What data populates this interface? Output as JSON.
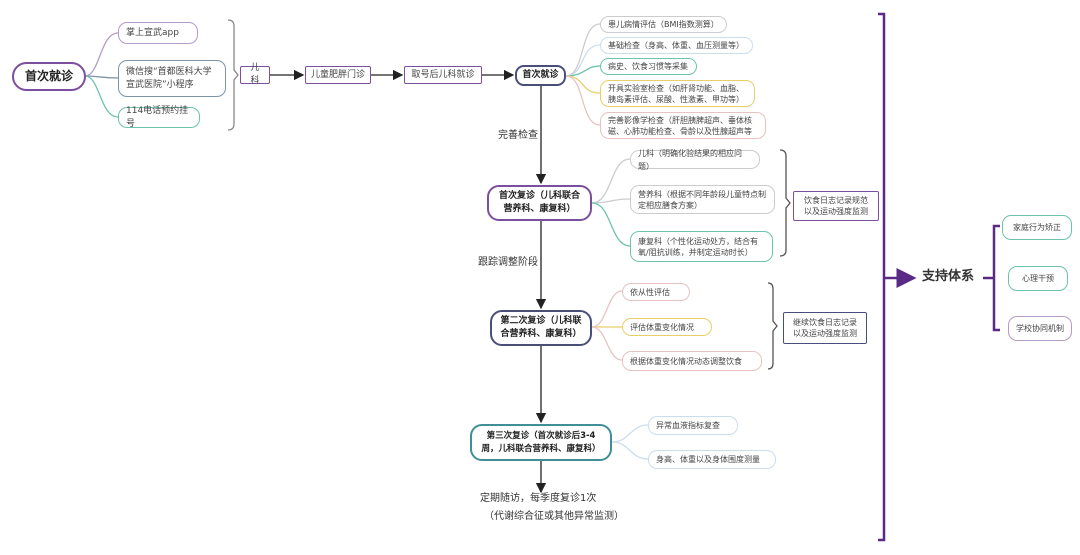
{
  "root": "首次就诊",
  "channels": [
    "掌上宣武app",
    "微信搜“首都医科大学宣武医院”小程序",
    "114电话预约挂号"
  ],
  "flow": [
    "儿科",
    "儿童肥胖门诊",
    "取号后儿科就诊",
    "首次就诊"
  ],
  "first_visit_items": [
    "患儿病情评估（BMI指数测算）",
    "基础检查（身高、体重、血压测量等）",
    "病史、饮食习惯等采集",
    "开具实验室检查（如肝肾功能、血脂、胰岛素评估、尿酸、性激素、甲功等）",
    "完善影像学检查（肝胆胰脾超声、垂体核磁、心肺功能检查、骨龄以及性腺超声等"
  ],
  "label_complete": "完善检查",
  "followup1": {
    "title": "首次复诊（儿科联合营养科、康复科）",
    "items": [
      "儿科（明确化验结果的相应问题）",
      "营养科（根据不同年龄段儿童特点制定相应膳食方案）",
      "康复科（个性化运动处方，结合有氧/阻抗训练，并制定运动时长）"
    ],
    "summary": "饮食日志记录规范以及运动强度监测"
  },
  "label_track": "跟踪调整阶段",
  "followup2": {
    "title": "第二次复诊（儿科联合营养科、康复科）",
    "items": [
      "依从性评估",
      "评估体重变化情况",
      "根据体重变化情况动态调整饮食"
    ],
    "summary": "继续饮食日志记录以及运动强度监测"
  },
  "followup3": {
    "title": "第三次复诊（首次就诊后3-4周，儿科联合营养科、康复科）",
    "items": [
      "异常血液指标复查",
      "身高、体重以及身体围度测量"
    ]
  },
  "final": {
    "line1": "定期随访，每季度复诊1次",
    "line2": "（代谢综合征或其他异常监测）"
  },
  "support": {
    "title": "支持体系",
    "items": [
      "家庭行为矫正",
      "心理干预",
      "学校协同机制"
    ]
  },
  "colors": {
    "purple": "#7b4f9e",
    "navy": "#4a4f7a",
    "teal": "#3f8f98",
    "green": "#6cc3ae",
    "yellow": "#e8cf6a",
    "pink": "#e7c3c3",
    "gray": "#c8c8c8"
  }
}
